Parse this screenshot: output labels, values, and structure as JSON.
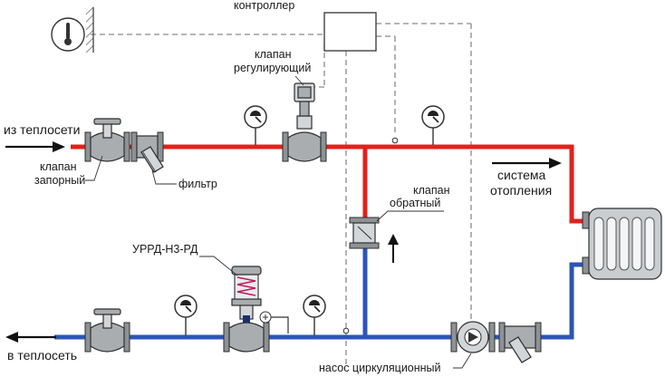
{
  "labels": {
    "controller": "контроллер",
    "valve_regulating_1": "клапан",
    "valve_regulating_2": "регулирующий",
    "from_network": "из теплосети",
    "valve_shutoff_1": "клапан",
    "valve_shutoff_2": "запорный",
    "filter": "фильтр",
    "check_valve_1": "клапан",
    "check_valve_2": "обратный",
    "heating_system_1": "система",
    "heating_system_2": "отопления",
    "pressure_regulator": "УРРД-Н3-РД",
    "to_network": "в теплосеть",
    "pump": "насос циркуляционный"
  },
  "colors": {
    "supply": "#e3211c",
    "return": "#2c55b8",
    "control_line": "#8a8a8a"
  },
  "icons": [
    "thermometer-icon",
    "pressure-gauge-icon",
    "gate-valve-icon",
    "strainer-icon",
    "control-valve-icon",
    "check-valve-icon",
    "pressure-regulator-icon",
    "circulation-pump-icon",
    "radiator-icon",
    "flow-arrow-icon"
  ]
}
